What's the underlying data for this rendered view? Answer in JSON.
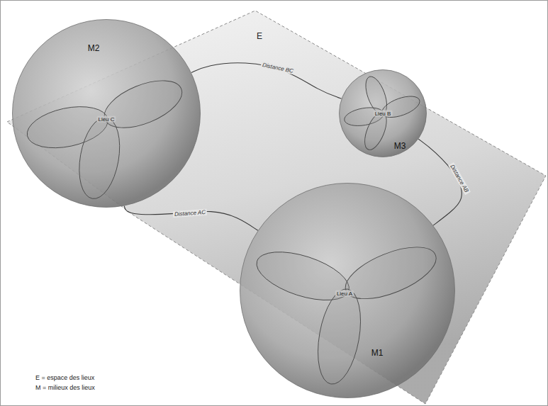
{
  "diagram": {
    "nodes": [
      {
        "text": [
          "M2",
          "Lieu C"
        ]
      },
      {
        "text": [
          "M3",
          "Lieu B"
        ]
      },
      {
        "text": [
          "M1",
          "Lieu A"
        ]
      }
    ],
    "edges": [
      {
        "from": 0,
        "to": 1,
        "arrow": "none",
        "label": "Distance BC"
      },
      {
        "from": 1,
        "to": 2,
        "arrow": "none",
        "label": "Distance AB"
      },
      {
        "from": 0,
        "to": 2,
        "arrow": "none",
        "label": "Distance AC"
      }
    ],
    "labels": [
      "E"
    ],
    "legend": [
      {
        "text": "E = espace des lieux"
      },
      {
        "text": "M = milieux des lieux"
      }
    ]
  }
}
